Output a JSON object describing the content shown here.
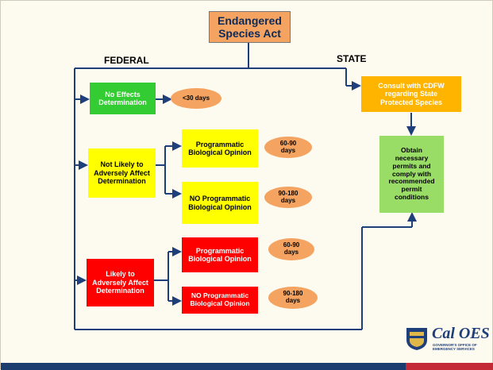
{
  "title": "Endangered Species Act",
  "sections": {
    "federal": "FEDERAL",
    "state": "STATE"
  },
  "federal": {
    "no_effects": {
      "label": "No Effects Determination",
      "days": "<30 days"
    },
    "nlaa": {
      "label": "Not Likely to Adversely Affect Determination",
      "programmatic": {
        "label": "Programmatic Biological Opinion",
        "days": "60-90 days"
      },
      "no_programmatic": {
        "label": "NO Programmatic Biological Opinion",
        "days": "90-180 days"
      }
    },
    "laa": {
      "label": "Likely to Adversely Affect Determination",
      "programmatic": {
        "label": "Programmatic Biological Opinion",
        "days": "60-90 days"
      },
      "no_programmatic": {
        "label": "NO Programmatic Biological Opinion",
        "days": "90-180 days"
      }
    }
  },
  "state": {
    "consult": "Consult with CDFW regarding State Protected Species",
    "obtain": "Obtain necessary permits and comply with recommended permit conditions"
  },
  "logo": {
    "name": "Cal OES",
    "subtitle": "GOVERNOR'S OFFICE OF EMERGENCY SERVICES"
  },
  "colors": {
    "title_box": "#f4a460",
    "green": "#33cc33",
    "yellow": "#ffff00",
    "red": "#ff0000",
    "orange_box": "#ffb400",
    "light_green": "#99dd66",
    "oval": "#f4a460",
    "line": "#1f3f7a"
  }
}
